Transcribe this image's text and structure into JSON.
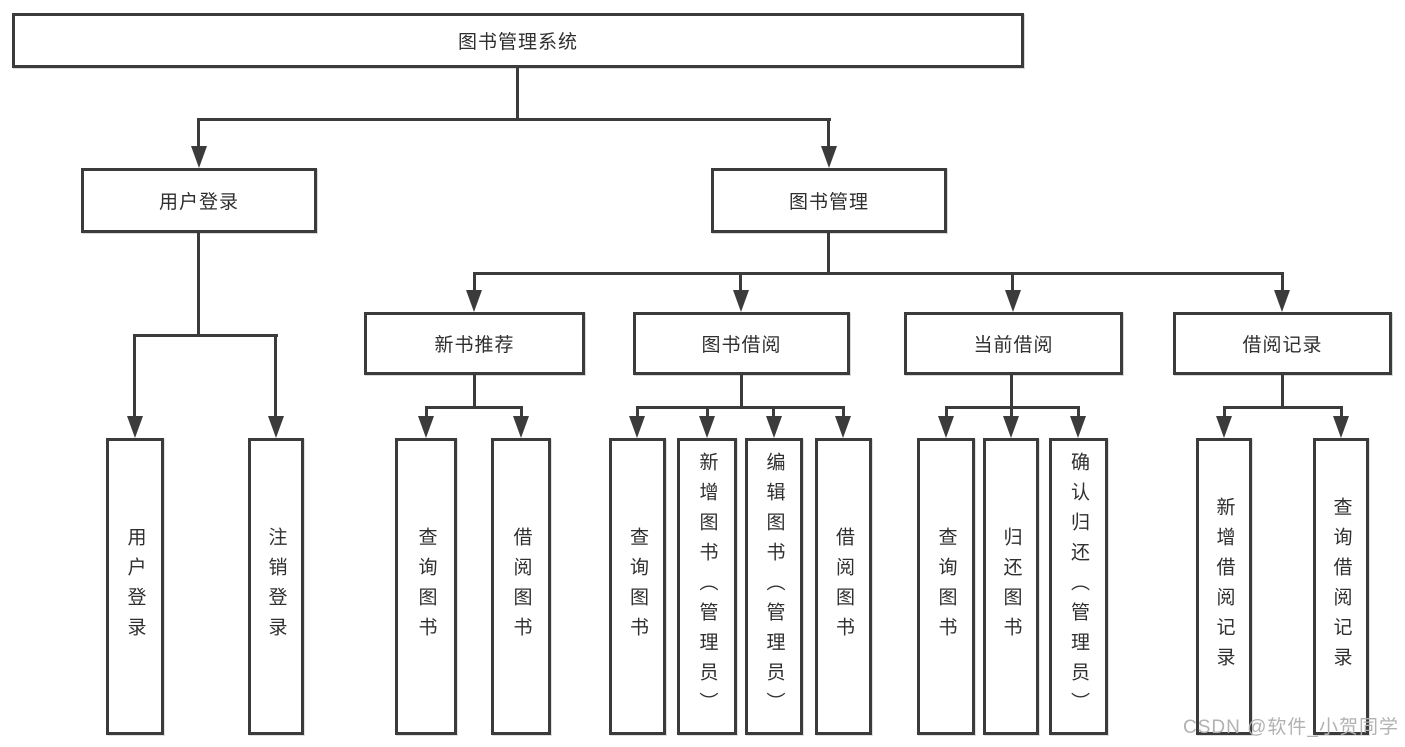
{
  "diagram": {
    "root": {
      "label": "图书管理系统"
    },
    "level1": [
      {
        "label": "用户登录"
      },
      {
        "label": "图书管理"
      }
    ],
    "level2": [
      {
        "label": "新书推荐"
      },
      {
        "label": "图书借阅"
      },
      {
        "label": "当前借阅"
      },
      {
        "label": "借阅记录"
      }
    ],
    "leaves": [
      {
        "label": "用户登录"
      },
      {
        "label": "注销登录"
      },
      {
        "label": "查询图书"
      },
      {
        "label": "借阅图书"
      },
      {
        "label": "查询图书"
      },
      {
        "label": "新增图书（管理员）"
      },
      {
        "label": "编辑图书（管理员）"
      },
      {
        "label": "借阅图书"
      },
      {
        "label": "查询图书"
      },
      {
        "label": "归还图书"
      },
      {
        "label": "确认归还（管理员）"
      },
      {
        "label": "新增借阅记录"
      },
      {
        "label": "查询借阅记录"
      }
    ],
    "structure": {
      "图书管理系统": [
        "用户登录",
        "图书管理"
      ],
      "用户登录": [
        "用户登录",
        "注销登录"
      ],
      "图书管理": [
        "新书推荐",
        "图书借阅",
        "当前借阅",
        "借阅记录"
      ],
      "新书推荐": [
        "查询图书",
        "借阅图书"
      ],
      "图书借阅": [
        "查询图书",
        "新增图书（管理员）",
        "编辑图书（管理员）",
        "借阅图书"
      ],
      "当前借阅": [
        "查询图书",
        "归还图书",
        "确认归还（管理员）"
      ],
      "借阅记录": [
        "新增借阅记录",
        "查询借阅记录"
      ]
    },
    "colors": {
      "line": "#3b3b3b",
      "box_background": "#ffffff",
      "text": "#2f2f2f"
    }
  },
  "watermark": {
    "text": "CSDN @软件_小贺同学",
    "color": "#b2b2b2"
  }
}
